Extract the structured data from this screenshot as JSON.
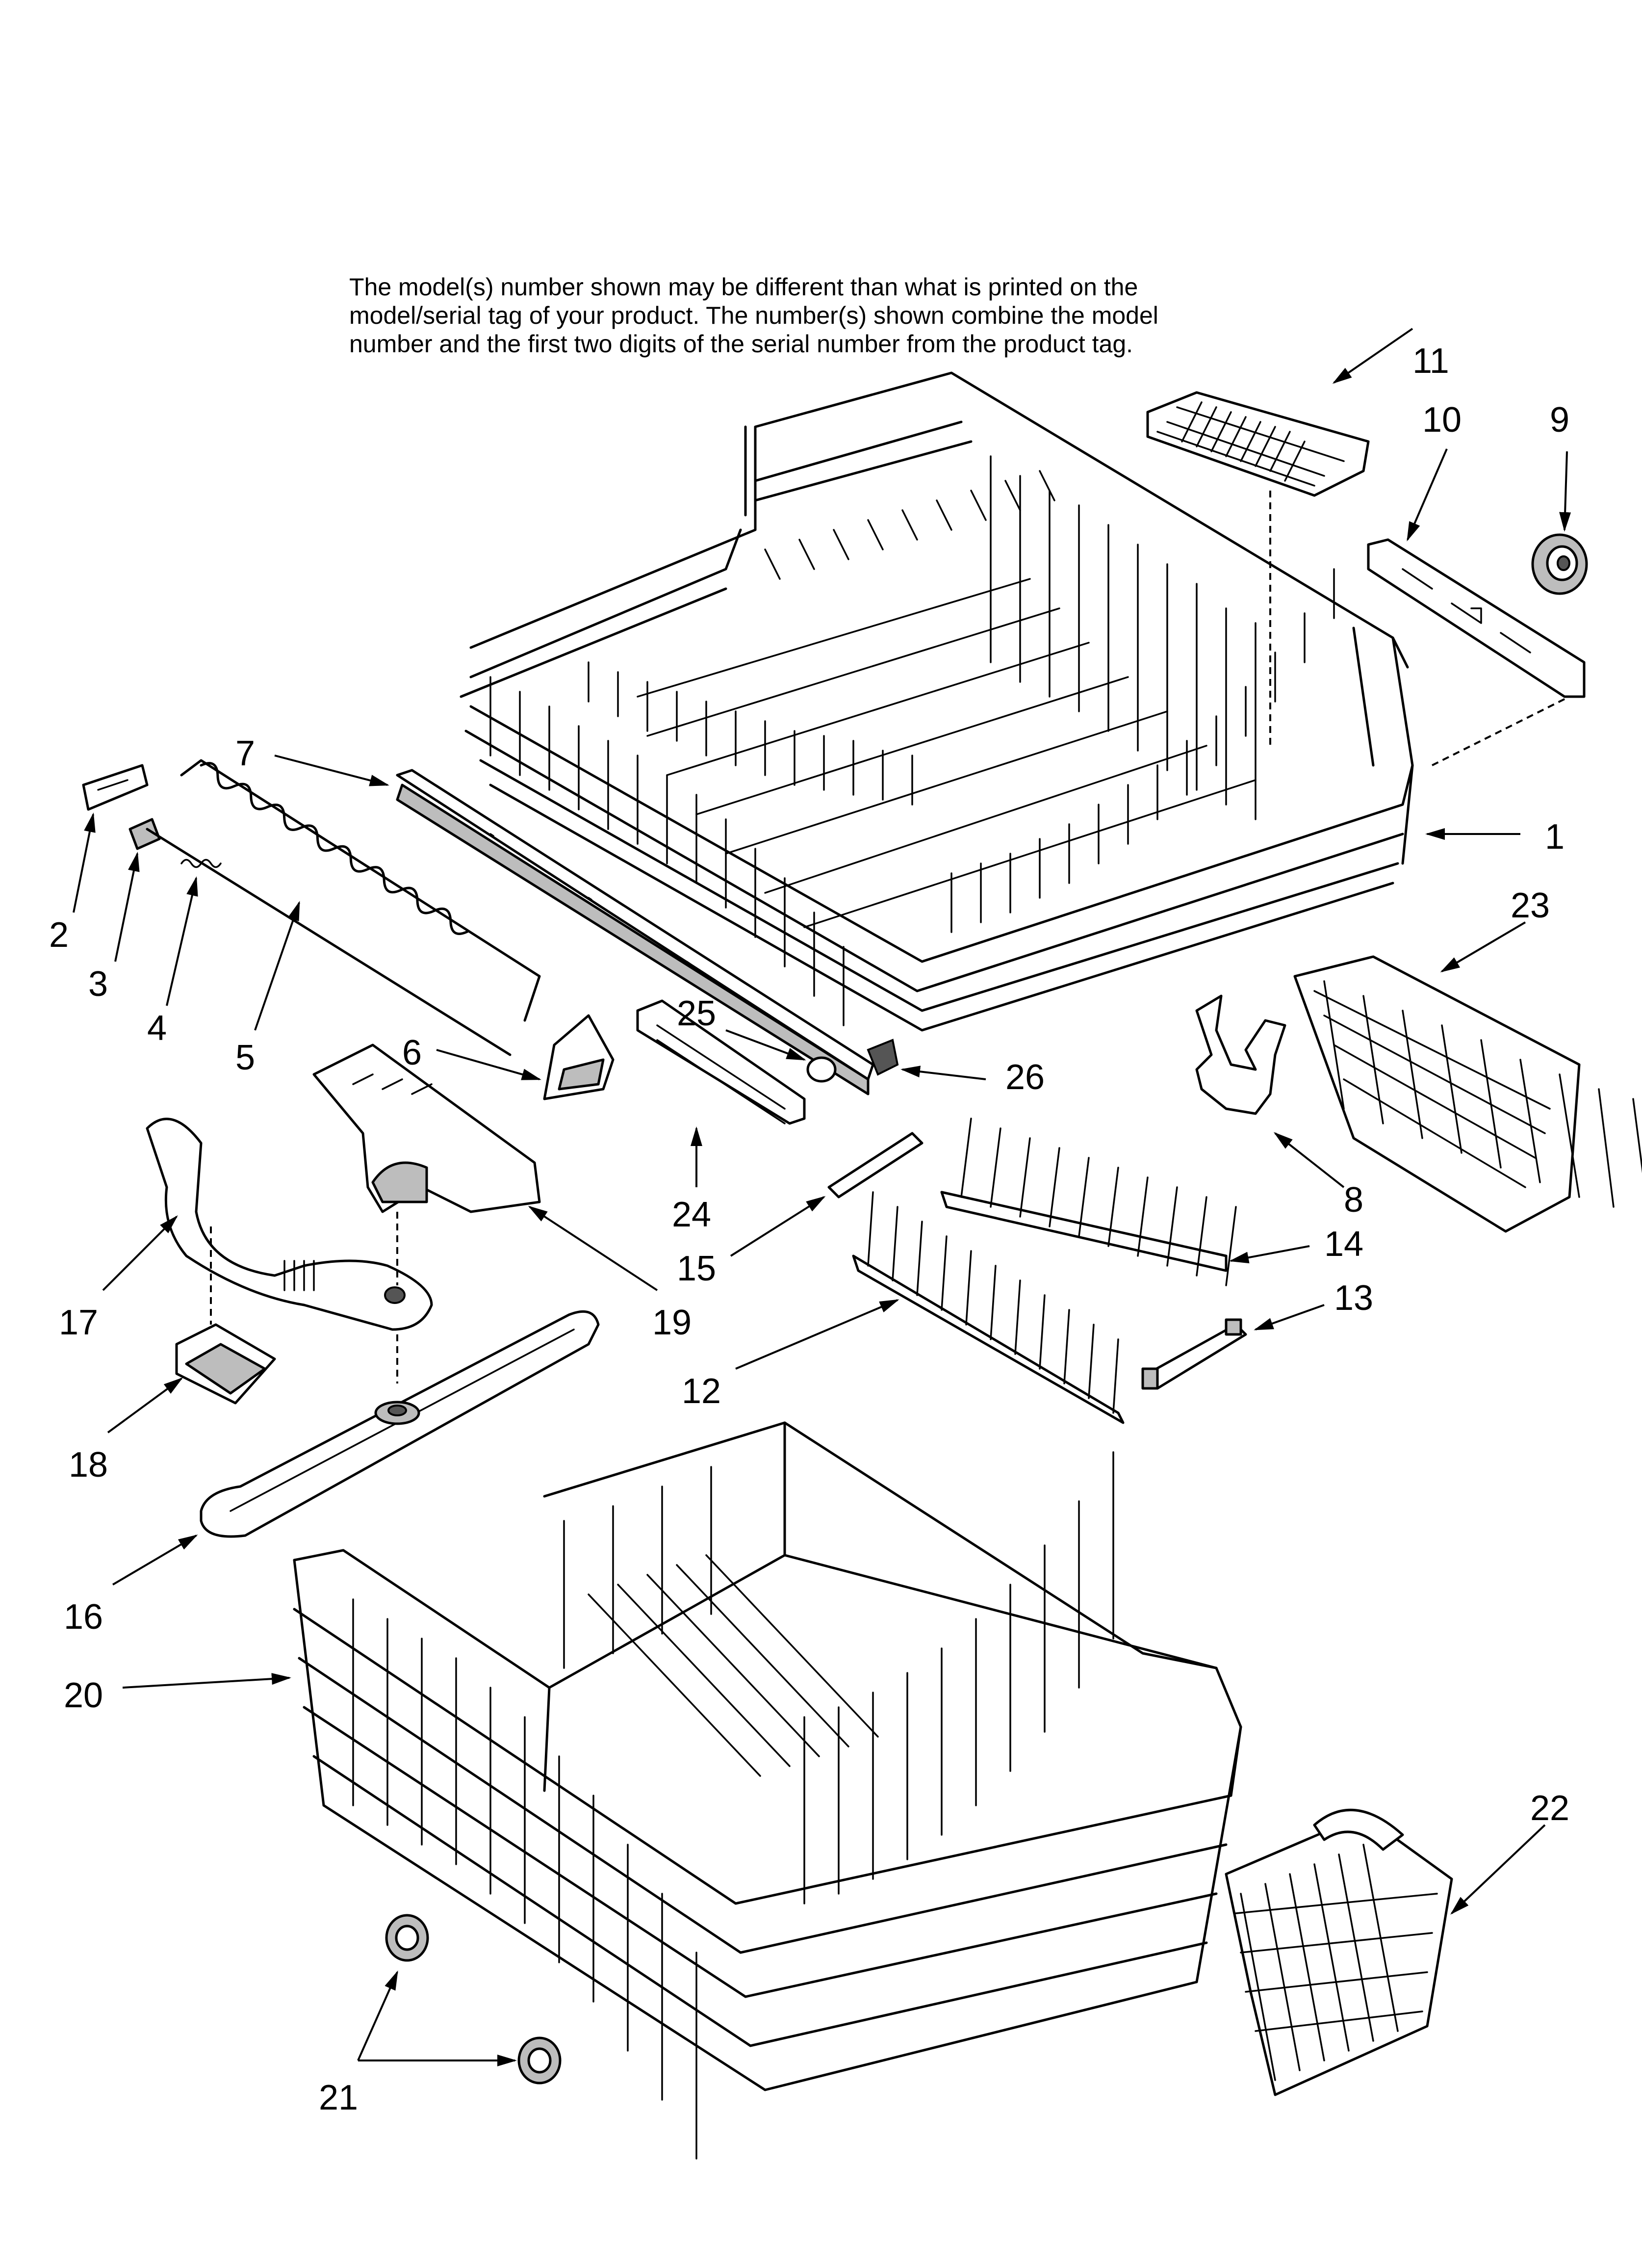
{
  "note": {
    "line1": "The model(s) number shown may be different than what is printed on the",
    "line2": "model/serial tag of your product. The number(s) shown combine the model",
    "line3": "number and the first two digits of the serial number from the product tag."
  },
  "callouts": {
    "c1": "1",
    "c2": "2",
    "c3": "3",
    "c4": "4",
    "c5": "5",
    "c6": "6",
    "c7": "7",
    "c8": "8",
    "c9": "9",
    "c10": "10",
    "c11": "11",
    "c12": "12",
    "c13": "13",
    "c14": "14",
    "c15": "15",
    "c16": "16",
    "c17": "17",
    "c18": "18",
    "c19": "19",
    "c20": "20",
    "c21": "21",
    "c22": "22",
    "c23": "23",
    "c24": "24",
    "c25": "25",
    "c26": "26"
  }
}
